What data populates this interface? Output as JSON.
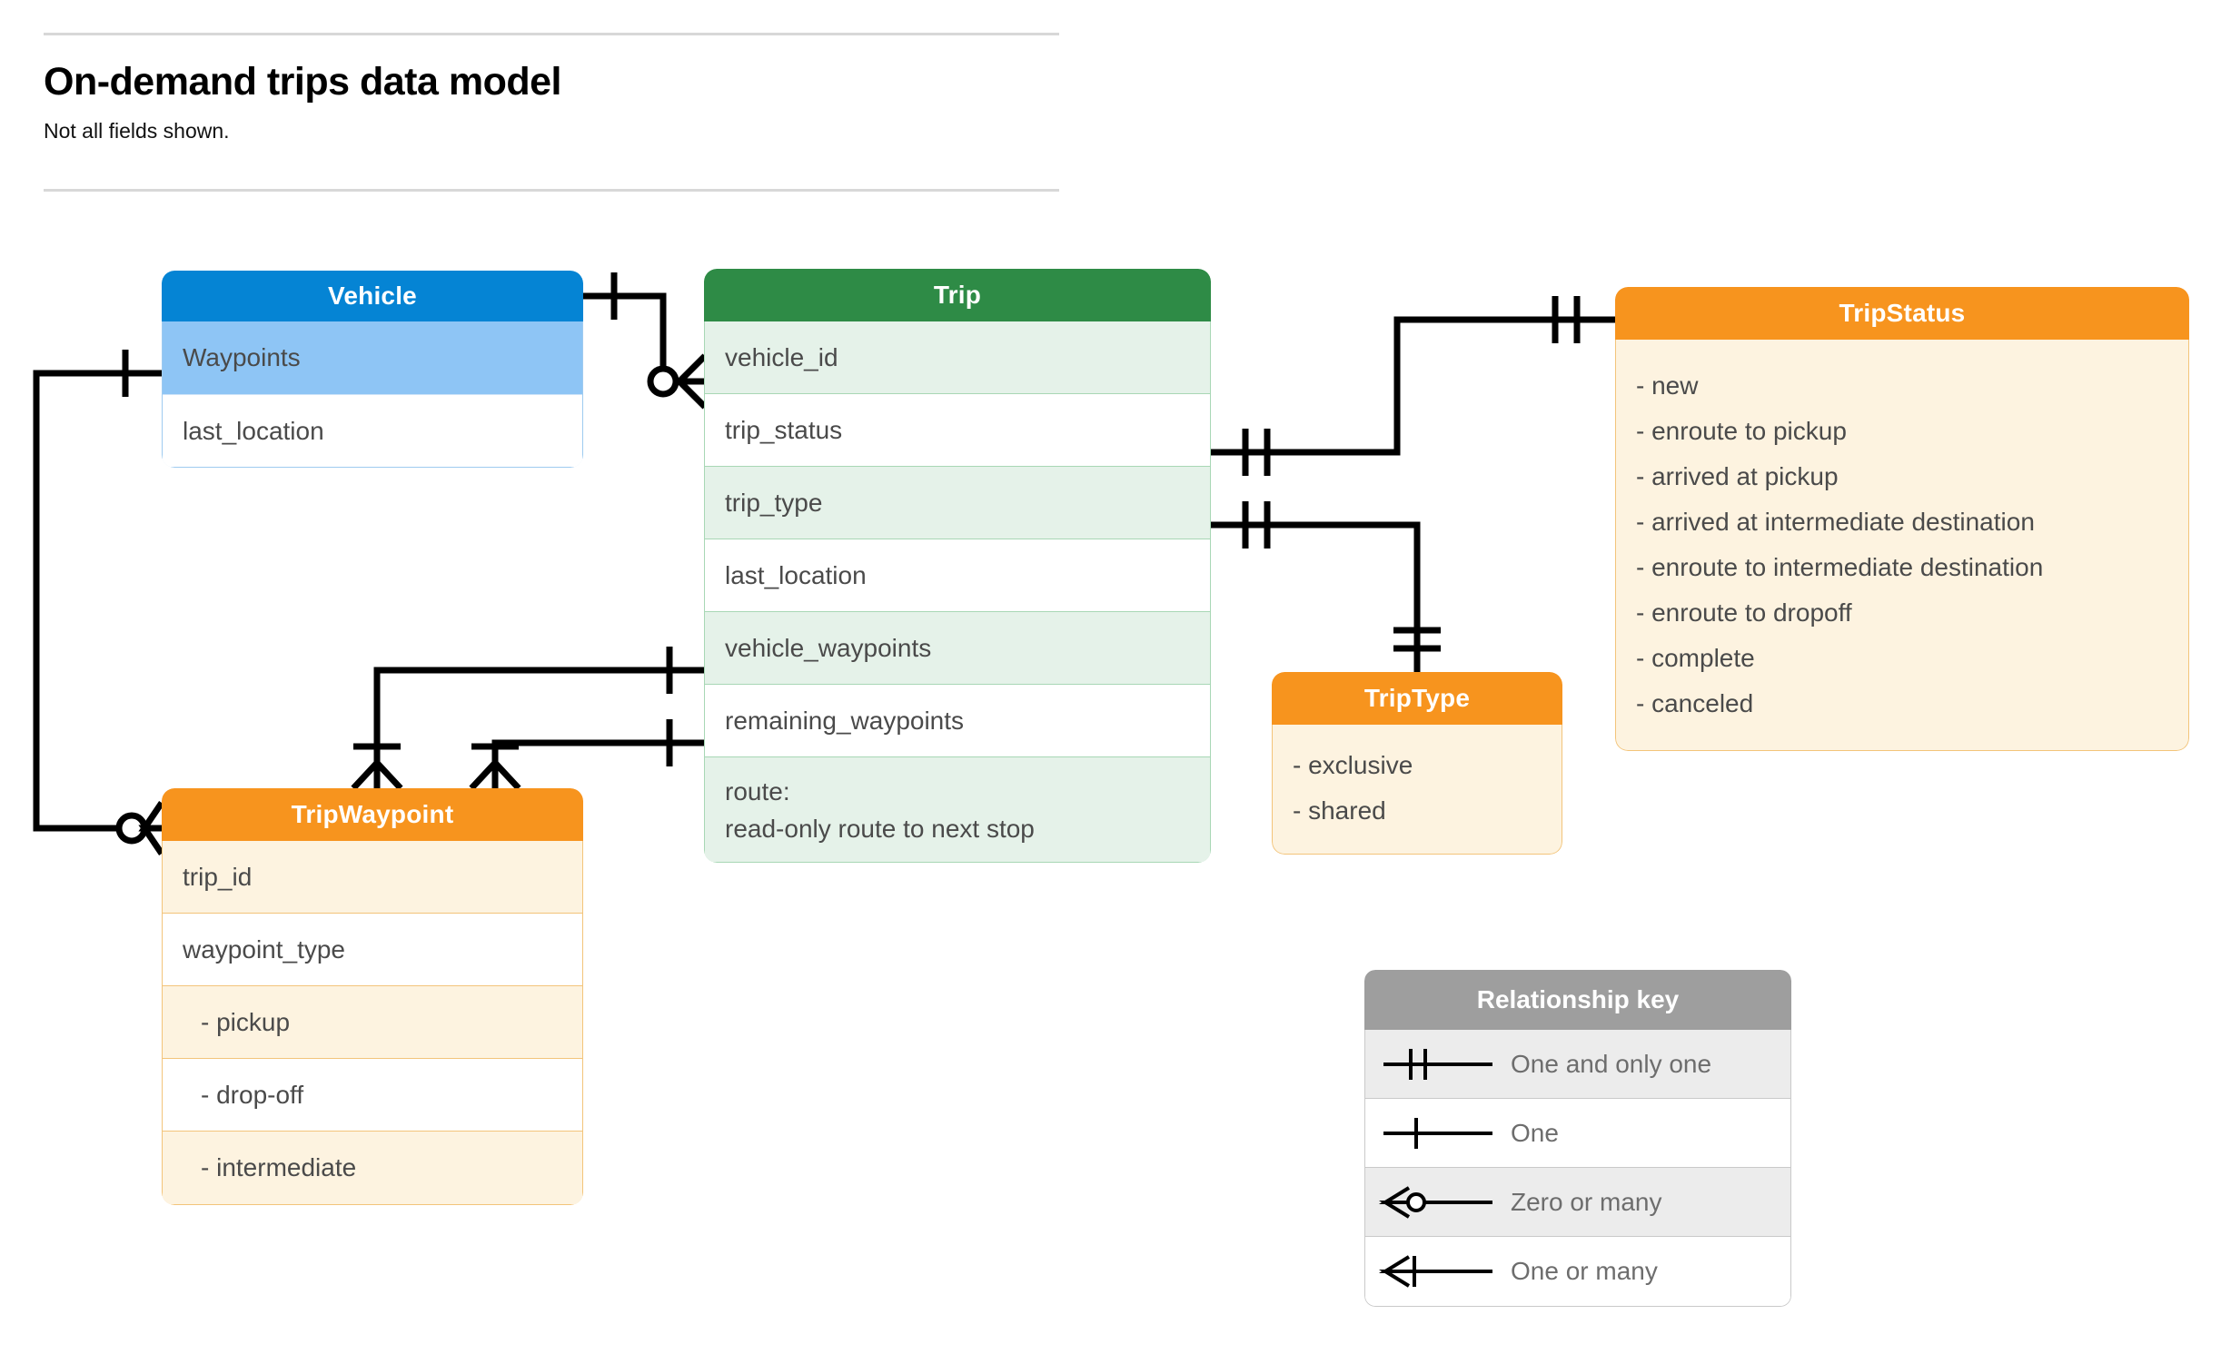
{
  "header": {
    "title": "On-demand trips data model",
    "subtitle": "Not all fields shown."
  },
  "entities": {
    "vehicle": {
      "name": "Vehicle",
      "header_color": "#0584d4",
      "rows": [
        {
          "label": "Waypoints",
          "highlight": true
        },
        {
          "label": "last_location",
          "highlight": false
        }
      ]
    },
    "trip": {
      "name": "Trip",
      "header_color": "#2e8b46",
      "rows": [
        {
          "label": "vehicle_id"
        },
        {
          "label": "trip_status"
        },
        {
          "label": "trip_type"
        },
        {
          "label": "last_location"
        },
        {
          "label": "vehicle_waypoints"
        },
        {
          "label": "remaining_waypoints"
        }
      ],
      "note_line1": "route:",
      "note_line2": "read-only route to next stop"
    },
    "trip_status": {
      "name": "TripStatus",
      "header_color": "#f7941e",
      "values": [
        "- new",
        "- enroute to pickup",
        "- arrived at pickup",
        "- arrived at intermediate destination",
        "- enroute to intermediate destination",
        "- enroute to dropoff",
        "- complete",
        "- canceled"
      ]
    },
    "trip_type": {
      "name": "TripType",
      "header_color": "#f7941e",
      "values": [
        "- exclusive",
        "- shared"
      ]
    },
    "trip_waypoint": {
      "name": "TripWaypoint",
      "header_color": "#f7941e",
      "rows": [
        {
          "label": "trip_id",
          "indent": false
        },
        {
          "label": "waypoint_type",
          "indent": false
        },
        {
          "label": "-  pickup",
          "indent": true
        },
        {
          "label": "-  drop-off",
          "indent": true
        },
        {
          "label": "-  intermediate",
          "indent": true
        }
      ]
    }
  },
  "legend": {
    "title": "Relationship key",
    "items": [
      {
        "symbol": "one-and-only-one-icon",
        "label": "One and only one"
      },
      {
        "symbol": "one-icon",
        "label": "One"
      },
      {
        "symbol": "zero-or-many-icon",
        "label": "Zero or many"
      },
      {
        "symbol": "one-or-many-icon",
        "label": "One or many"
      }
    ]
  },
  "relationships": [
    {
      "from": "Vehicle",
      "from_cardinality": "One",
      "to": "Trip.vehicle_id",
      "to_cardinality": "Zero or many"
    },
    {
      "from": "Vehicle.Waypoints",
      "from_cardinality": "One",
      "to": "TripWaypoint",
      "to_cardinality": "Zero or many"
    },
    {
      "from": "Trip.trip_status",
      "from_cardinality": "One and only one",
      "to": "TripStatus",
      "to_cardinality": "One and only one"
    },
    {
      "from": "Trip.trip_type",
      "from_cardinality": "One and only one",
      "to": "TripType",
      "to_cardinality": "One and only one"
    },
    {
      "from": "Trip.vehicle_waypoints",
      "from_cardinality": "One",
      "to": "TripWaypoint",
      "to_cardinality": "One or many"
    },
    {
      "from": "Trip.remaining_waypoints",
      "from_cardinality": "One",
      "to": "TripWaypoint",
      "to_cardinality": "One or many"
    }
  ],
  "colors": {
    "blue": "#0584d4",
    "blue_light": "#8ec5f5",
    "green": "#2e8b46",
    "green_light": "#e5f2e9",
    "orange": "#f7941e",
    "cream": "#fdf3e0",
    "gray": "#9e9e9e"
  }
}
